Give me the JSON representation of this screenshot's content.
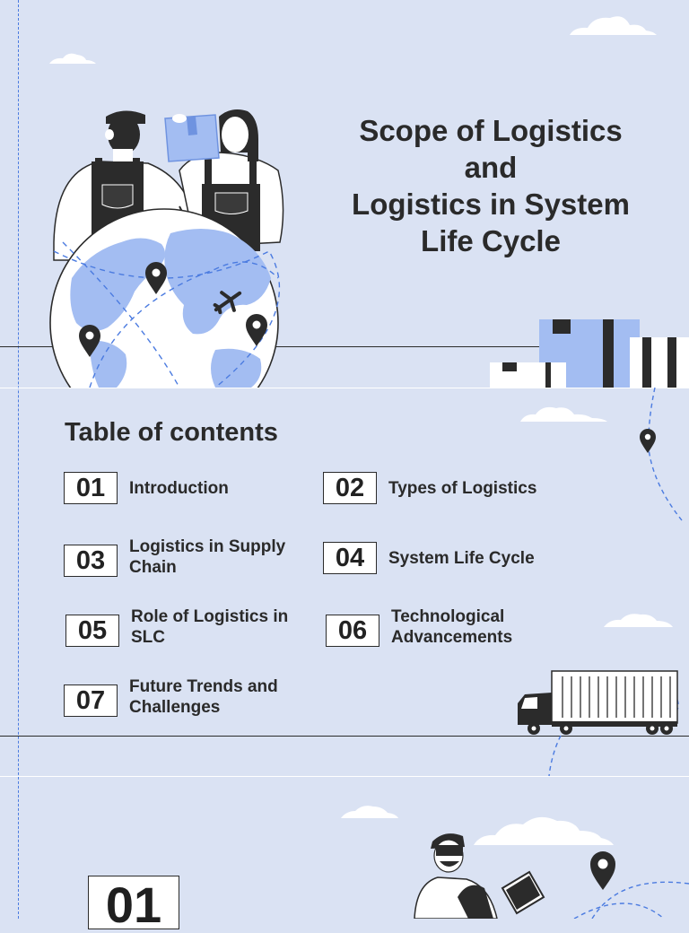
{
  "title": {
    "line1": "Scope of Logistics",
    "line2": "and",
    "line3": "Logistics in System",
    "line4": "Life Cycle"
  },
  "toc": {
    "heading": "Table of contents",
    "items": [
      {
        "num": "01",
        "label": "Introduction"
      },
      {
        "num": "02",
        "label": "Types of Logistics"
      },
      {
        "num": "03",
        "label": "Logistics in Supply Chain"
      },
      {
        "num": "04",
        "label": "System Life Cycle"
      },
      {
        "num": "05",
        "label": "Role of Logistics in SLC"
      },
      {
        "num": "06",
        "label": "Technological Advancements"
      },
      {
        "num": "07",
        "label": "Future Trends and Challenges"
      }
    ]
  },
  "section": {
    "num": "01"
  },
  "colors": {
    "background": "#dae2f3",
    "accent_blue": "#a3bdf2",
    "dark": "#2b2b2b"
  },
  "icons": [
    "globe-illustration",
    "workers-illustration",
    "map-pin-icon",
    "airplane-icon",
    "cargo-boxes",
    "truck-icon",
    "cloud-icon",
    "worker-clipboard-illustration"
  ]
}
